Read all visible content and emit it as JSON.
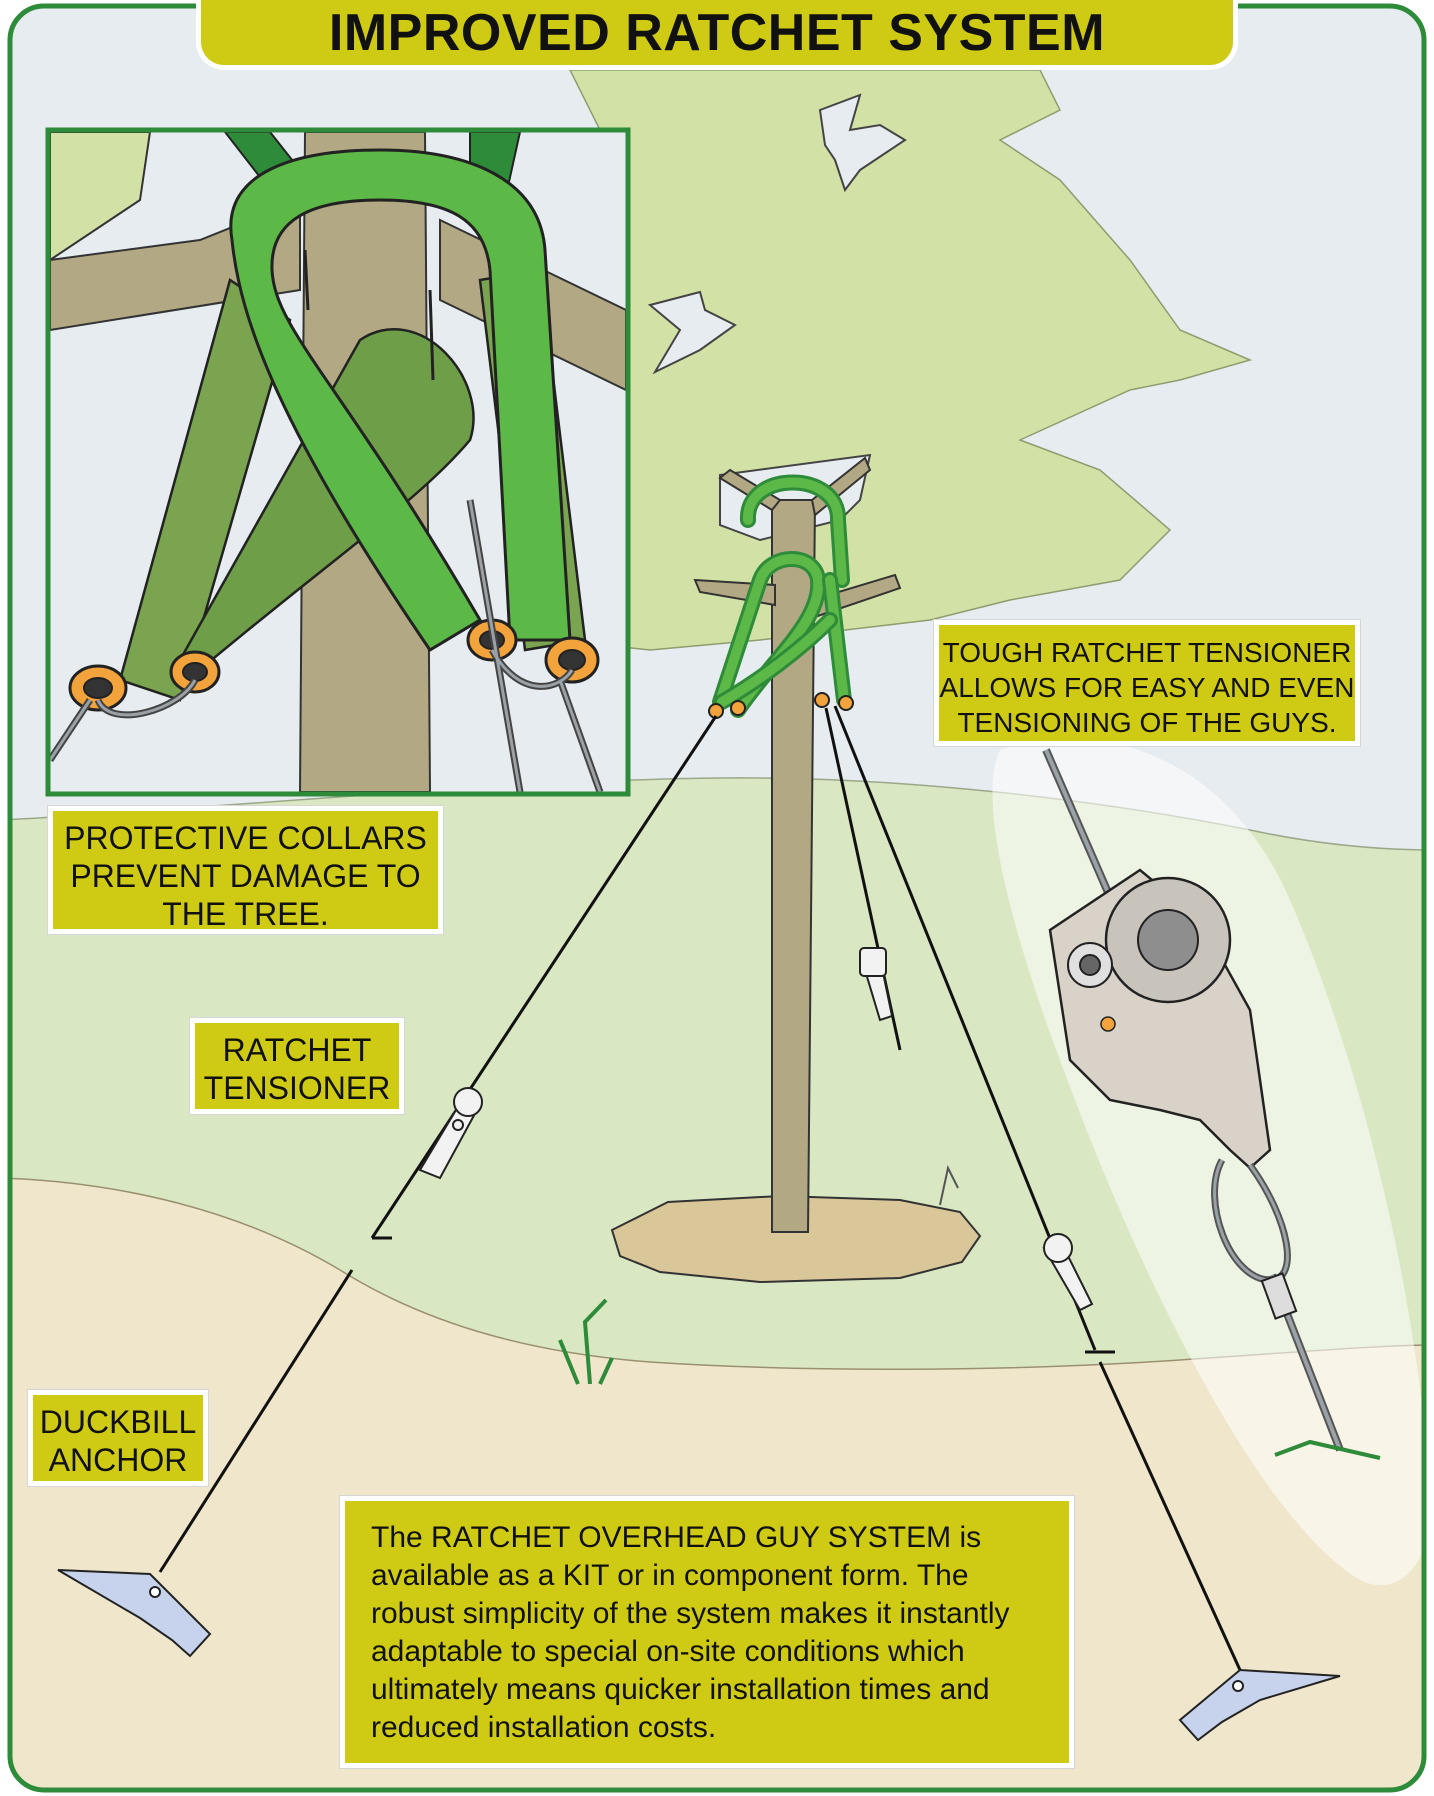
{
  "title": "IMPROVED RATCHET SYSTEM",
  "callouts": {
    "tough_ratchet": [
      "TOUGH RATCHET TENSIONER",
      "ALLOWS FOR EASY AND EVEN",
      "TENSIONING OF THE GUYS."
    ],
    "protective_collars": [
      "PROTECTIVE COLLARS",
      "PREVENT DAMAGE TO",
      "THE TREE."
    ],
    "ratchet_tensioner": [
      "RATCHET",
      "TENSIONER"
    ],
    "duckbill_anchor": [
      "DUCKBILL",
      "ANCHOR"
    ],
    "description": [
      "The RATCHET OVERHEAD GUY SYSTEM is",
      "available as a KIT or in component form. The",
      "robust simplicity of the system makes it instantly",
      "adaptable to special on-site conditions which",
      "ultimately means quicker installation times and",
      "reduced installation costs."
    ]
  },
  "colors": {
    "frame": "#2e8b3a",
    "sky": "#e6ecf0",
    "foliage": "#d2e2a6",
    "grass": "#d9e7c3",
    "ground": "#f0e6cb",
    "trunk": "#b2a984",
    "strap": "#5cb847",
    "label_bg": "#cfcb14",
    "collar": "#f2a33c"
  }
}
